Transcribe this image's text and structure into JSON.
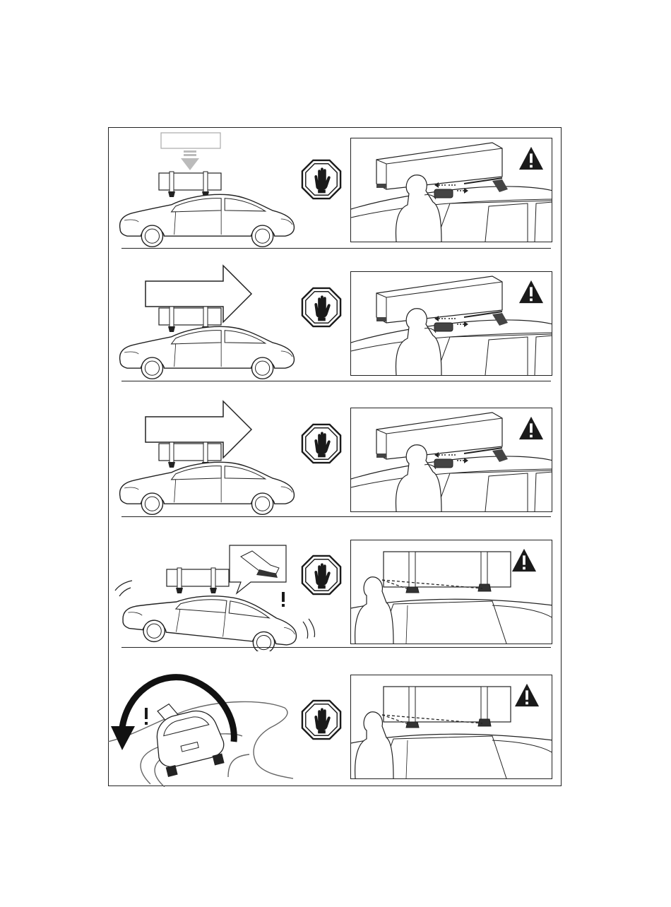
{
  "page": {
    "title": "",
    "labels": []
  },
  "steps": [
    {
      "id": 1,
      "scene": "load-lowered-onto-bars",
      "stop_icon": "stop-hand-icon",
      "warning_icon": "warning-triangle-icon",
      "detail": "check-load-tied-to-foot"
    },
    {
      "id": 2,
      "scene": "load-overhang-forward-arrow",
      "stop_icon": "stop-hand-icon",
      "warning_icon": "warning-triangle-icon",
      "detail": "check-load-tied-to-foot"
    },
    {
      "id": 3,
      "scene": "load-overhang-forward-arrow",
      "stop_icon": "stop-hand-icon",
      "warning_icon": "warning-triangle-icon",
      "detail": "check-load-tied-to-foot"
    },
    {
      "id": 4,
      "scene": "braking-with-load",
      "stop_icon": "stop-hand-icon",
      "warning_icon": "warning-triangle-icon",
      "detail": "inspect-straps"
    },
    {
      "id": 5,
      "scene": "cornering-with-load",
      "stop_icon": "stop-hand-icon",
      "warning_icon": "warning-triangle-icon",
      "detail": "inspect-straps"
    }
  ],
  "colors": {
    "line": "#222222",
    "arrow_fill": "#ffffff",
    "down_arrow": "#bbbbbb",
    "icon_dark": "#1a1a1a"
  }
}
